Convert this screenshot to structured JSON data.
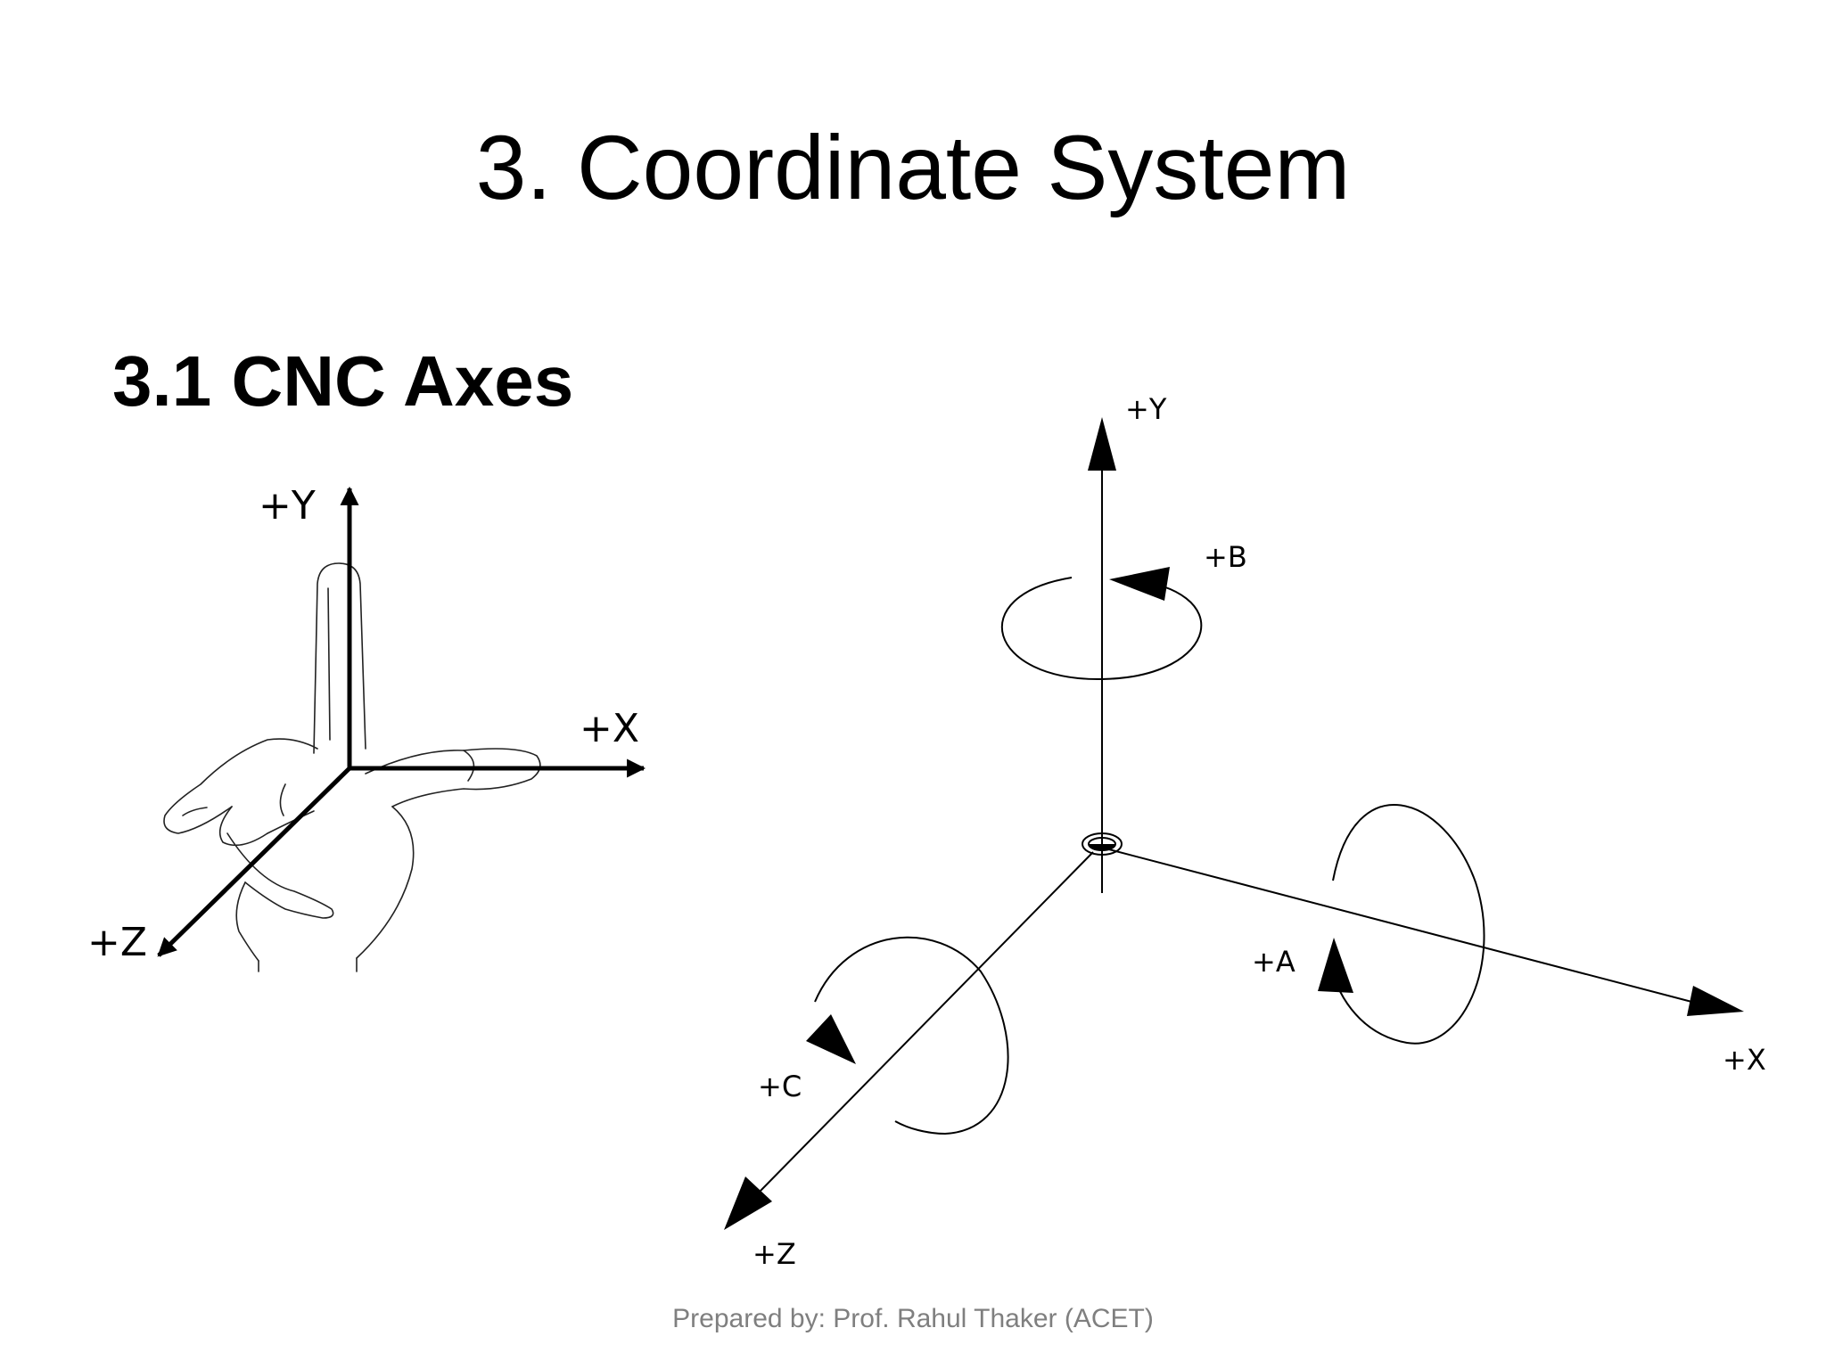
{
  "slide": {
    "title": "3. Coordinate System",
    "subtitle": "3.1 CNC Axes",
    "footer": "Prepared by: Prof. Rahul Thaker (ACET)"
  },
  "hand_diagram": {
    "labels": {
      "y": "+Y",
      "x": "+X",
      "z": "+Z"
    }
  },
  "axes_diagram": {
    "labels": {
      "y": "+Y",
      "x": "+X",
      "z": "+Z",
      "a": "+A",
      "b": "+B",
      "c": "+C"
    }
  }
}
